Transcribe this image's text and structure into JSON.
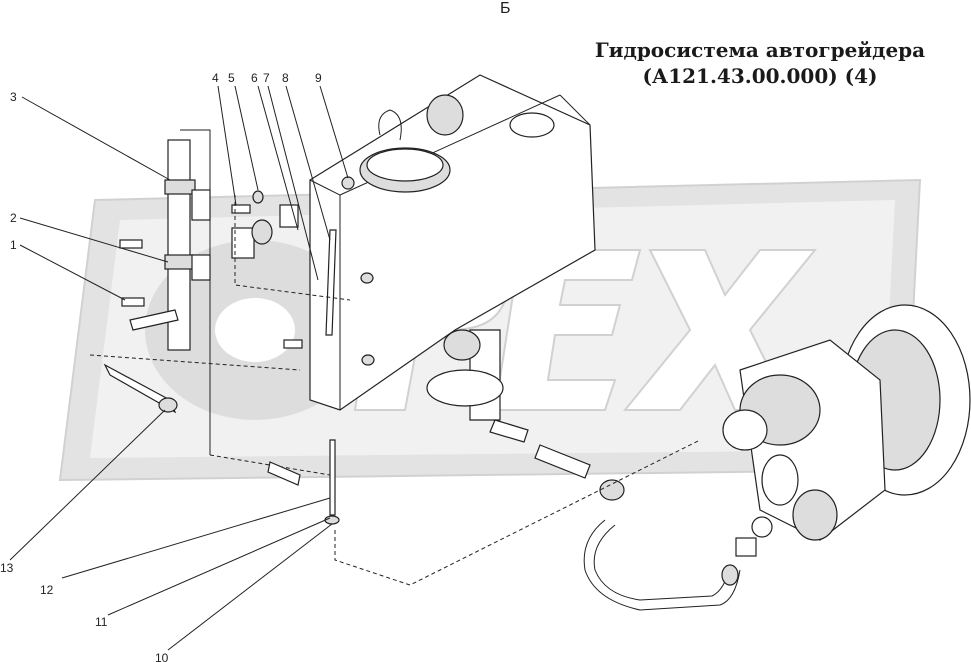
{
  "section_label": "Б",
  "title": {
    "line1": "Гидросистема автогрейдера",
    "line2": "(А121.43.00.000) (4)"
  },
  "watermark": {
    "text": "OPEX",
    "color": "#dcdcdc"
  },
  "callouts": [
    "1",
    "2",
    "3",
    "4",
    "5",
    "6",
    "7",
    "8",
    "9",
    "10",
    "11",
    "12",
    "13"
  ]
}
